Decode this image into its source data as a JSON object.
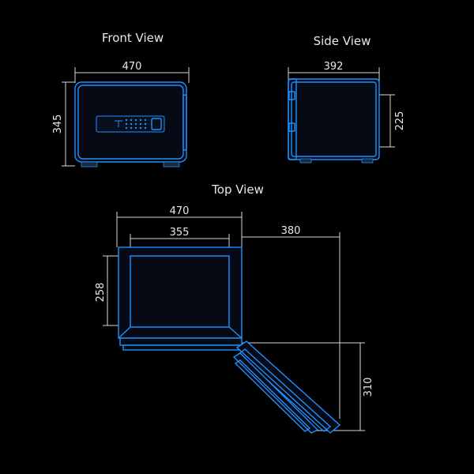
{
  "views": {
    "front": {
      "title": "Front View",
      "width_dim": "470",
      "height_dim": "345"
    },
    "side": {
      "title": "Side View",
      "width_dim": "392",
      "height_dim": "225"
    },
    "top": {
      "title": "Top View",
      "outer_width_dim": "470",
      "inner_width_dim": "355",
      "door_swing_dim": "380",
      "inner_depth_dim": "258",
      "door_depth_dim": "310"
    }
  },
  "colors": {
    "outline": "#1e90ff",
    "background": "#000000",
    "dimension": "#d8d8d8"
  }
}
